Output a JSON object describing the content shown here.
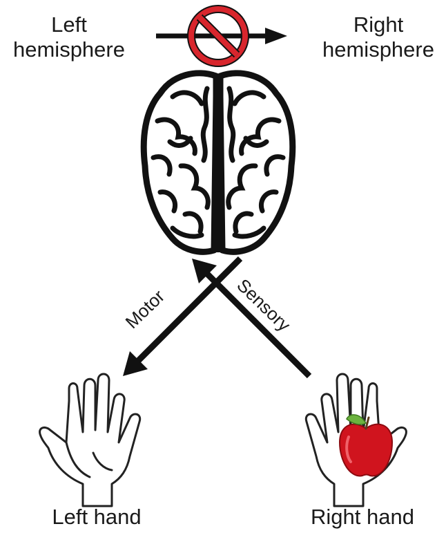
{
  "labels": {
    "left_hemisphere": [
      "Left",
      "hemisphere"
    ],
    "right_hemisphere": [
      "Right",
      "hemisphere"
    ],
    "motor": "Motor",
    "sensory": "Sensory",
    "left_hand": "Left hand",
    "right_hand": "Right hand"
  },
  "colors": {
    "ink": "#111111",
    "prohibition": "#d8262d",
    "apple": "#d0141e",
    "leaf": "#6cb33f"
  },
  "icons": [
    "brain-icon",
    "no-symbol-icon",
    "left-hand-icon",
    "right-hand-icon",
    "apple-icon"
  ]
}
